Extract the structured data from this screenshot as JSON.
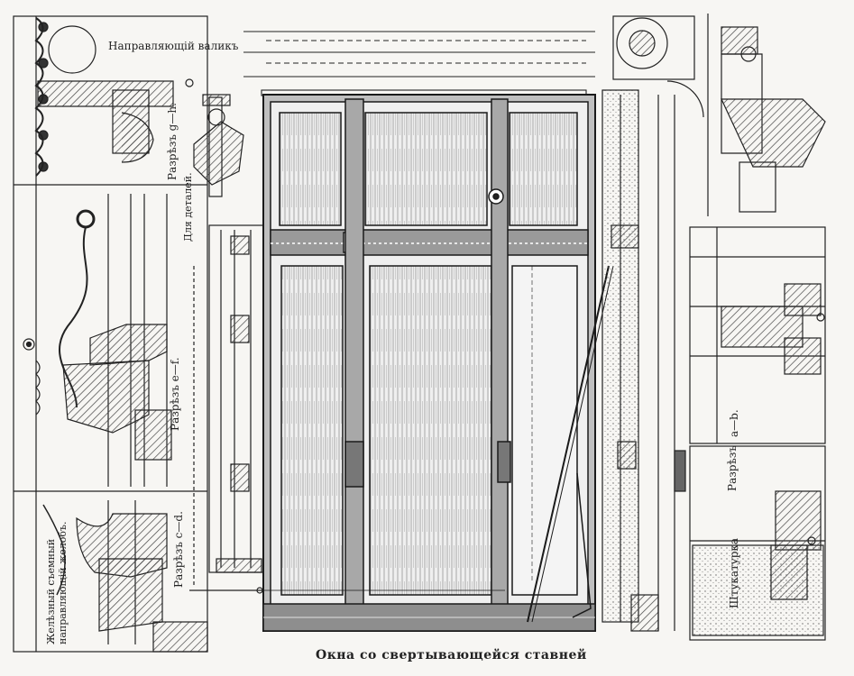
{
  "caption": "Окна со свертывающейся ставней",
  "labels": {
    "guide_roller": "Направляющій валикъ",
    "section_gh": "Разрѣзъ g—h.",
    "section_ef": "Разрѣзъ e—f.",
    "section_cd": "Разрѣзъ c—d.",
    "for_details": "Для деталей.",
    "iron_gutter": "Желѣзный съемный направляющій желобъ.",
    "section_ab": "a—b.",
    "section_word": "Разрѣзъ",
    "plaster": "Штукатурка"
  },
  "colors": {
    "ink": "#222222",
    "paper": "#f7f6f3",
    "hatch": "#555555"
  }
}
